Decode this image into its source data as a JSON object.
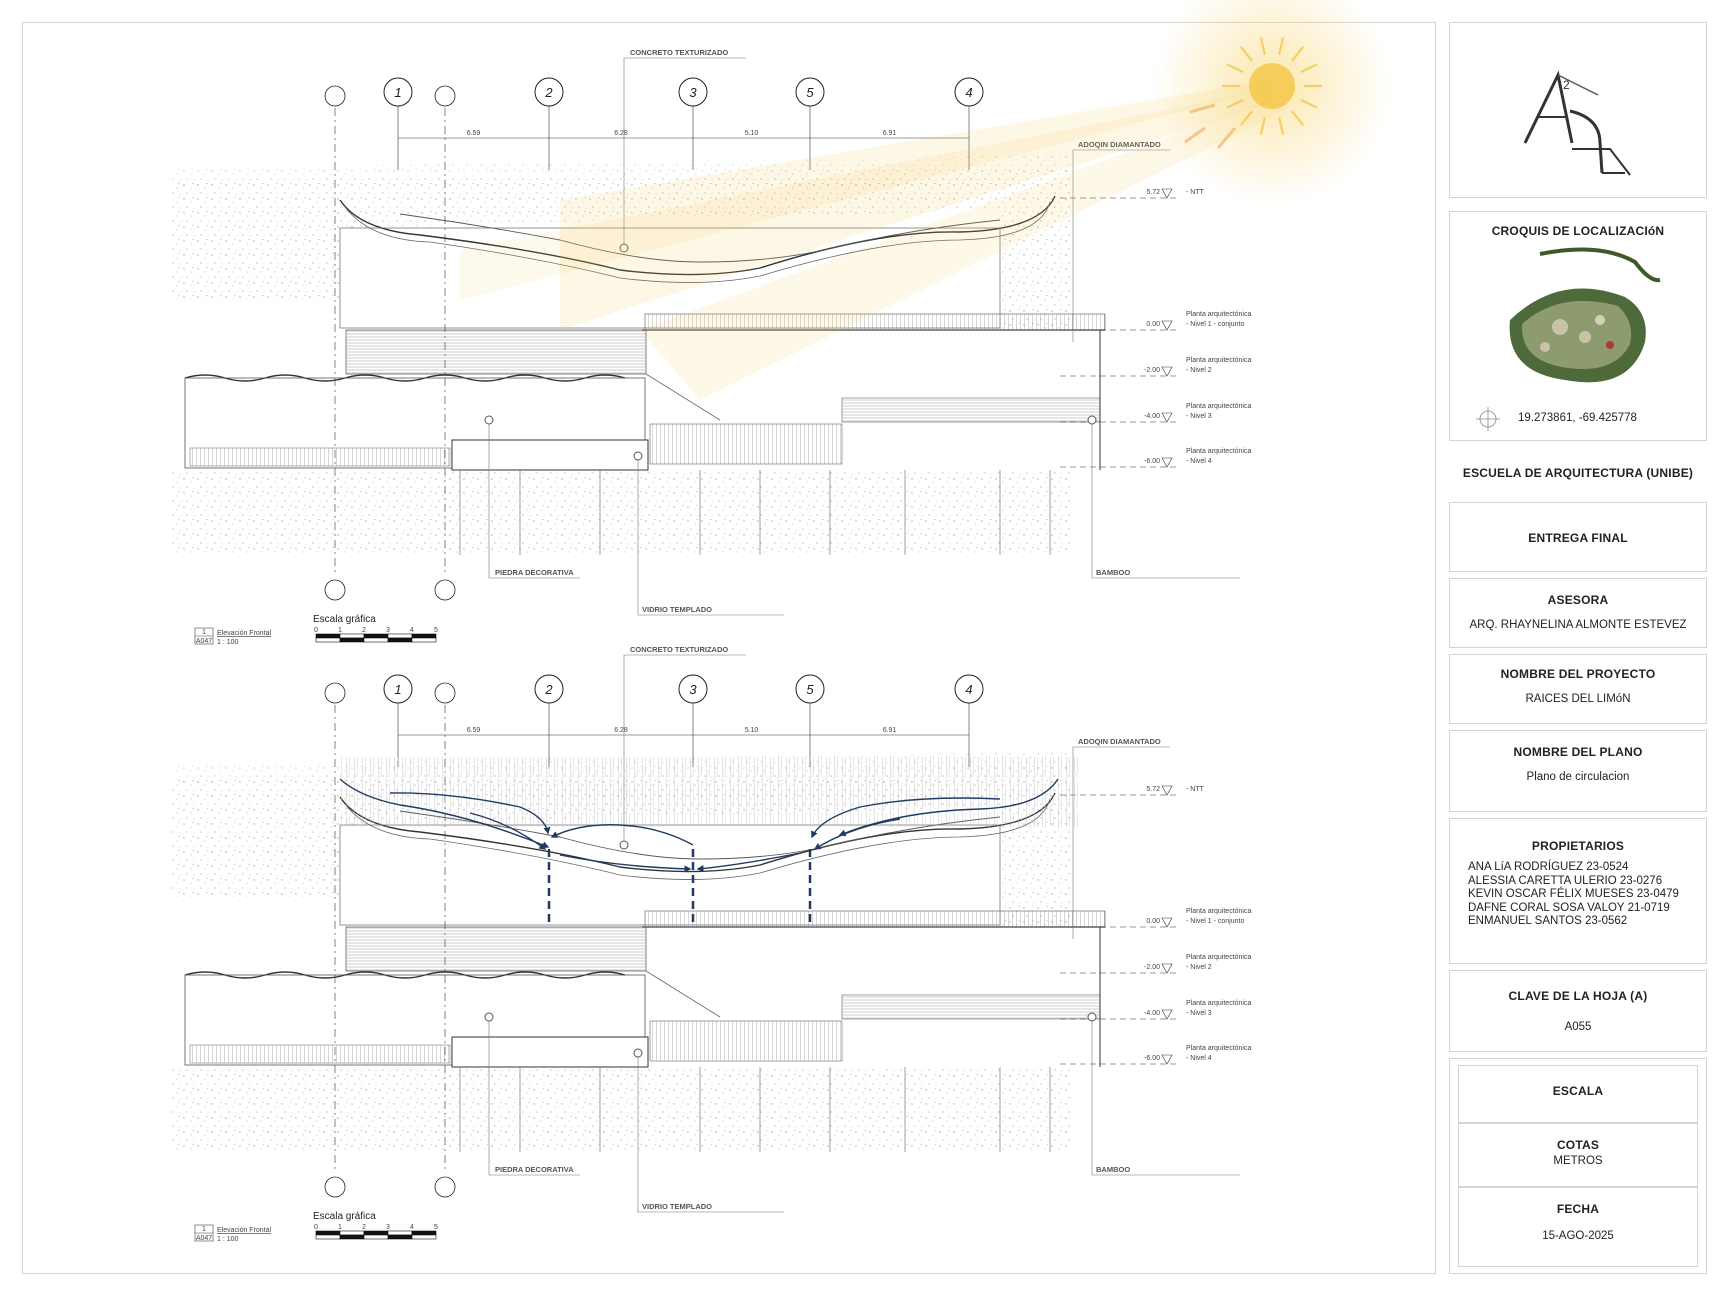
{
  "drawings": [
    {
      "id": "top",
      "grid_labels": [
        "1",
        "2",
        "3",
        "5",
        "4"
      ],
      "dimensions": [
        "6.59",
        "6.28",
        "5.10",
        "6.91"
      ],
      "annotations": {
        "concrete": "CONCRETO TEXTURIZADO",
        "adoquin": "ADOQIN DIAMANTADO",
        "piedra": "PIEDRA DECORATIVA",
        "vidrio": "VIDRIO TEMPLADO",
        "bamboo": "BAMBOO"
      },
      "levels": [
        {
          "value": "5.72",
          "suffix": "- NTT",
          "name": ""
        },
        {
          "value": "0.00",
          "suffix": "- Nivel 1 - conjunto",
          "name": "Planta arquitectónica"
        },
        {
          "value": "-2.00",
          "suffix": "- Nivel 2",
          "name": "Planta arquitectónica"
        },
        {
          "value": "-4.00",
          "suffix": "- Nivel 3",
          "name": "Planta arquitectónica"
        },
        {
          "value": "-6.00",
          "suffix": "- Nivel 4",
          "name": "Planta arquitectónica"
        }
      ],
      "view_tag": {
        "number": "1",
        "sheet": "A047",
        "title": "Elevación Frontal",
        "scale": "1 : 100"
      },
      "scale_bar": {
        "title": "Escala gráfica",
        "ticks": [
          "0",
          "1",
          "2",
          "3",
          "4",
          "5"
        ]
      },
      "overlay": "sun"
    },
    {
      "id": "bottom",
      "grid_labels": [
        "1",
        "2",
        "3",
        "5",
        "4"
      ],
      "dimensions": [
        "6.59",
        "6.28",
        "5.10",
        "6.91"
      ],
      "annotations": {
        "concrete": "CONCRETO TEXTURIZADO",
        "adoquin": "ADOQIN DIAMANTADO",
        "piedra": "PIEDRA DECORATIVA",
        "vidrio": "VIDRIO TEMPLADO",
        "bamboo": "BAMBOO"
      },
      "levels": [
        {
          "value": "5.72",
          "suffix": "- NTT",
          "name": ""
        },
        {
          "value": "0.00",
          "suffix": "- Nivel 1 - conjunto",
          "name": "Planta arquitectónica"
        },
        {
          "value": "-2.00",
          "suffix": "- Nivel 2",
          "name": "Planta arquitectónica"
        },
        {
          "value": "-4.00",
          "suffix": "- Nivel 3",
          "name": "Planta arquitectónica"
        },
        {
          "value": "-6.00",
          "suffix": "- Nivel 4",
          "name": "Planta arquitectónica"
        }
      ],
      "view_tag": {
        "number": "1",
        "sheet": "A047",
        "title": "Elevación Frontal",
        "scale": "1 : 100"
      },
      "scale_bar": {
        "title": "Escala gráfica",
        "ticks": [
          "0",
          "1",
          "2",
          "3",
          "4",
          "5"
        ]
      },
      "overlay": "rain-flow"
    }
  ],
  "colors": {
    "sun": "#f4c84a",
    "flow": "#1f3b63",
    "line": "#333333",
    "hatch": "#9a9a9a"
  },
  "title_block": {
    "logo_superscript": "2",
    "location": {
      "title": "CROQUIS DE LOCALIZACIóN",
      "coords": "19.273861, -69.425778",
      "icon": "crosshair-icon"
    },
    "school": "ESCUELA DE ARQUITECTURA (UNIBE)",
    "delivery": "ENTREGA FINAL",
    "advisor": {
      "label": "ASESORA",
      "value": "ARQ. RHAYNELINA ALMONTE ESTEVEZ"
    },
    "project": {
      "label": "NOMBRE DEL PROYECTO",
      "value": "RAICES DEL LIMóN"
    },
    "plan": {
      "label": "NOMBRE DEL PLANO",
      "value": "Plano de circulacion"
    },
    "owners": {
      "label": "PROPIETARIOS",
      "names": [
        "ANA LíA RODRÍGUEZ 23-0524",
        "ALESSIA CARETTA ULERIO 23-0276",
        "KEVIN OSCAR FÉLIX MUESES 23-0479",
        "DAFNE CORAL SOSA VALOY 21-0719",
        "ENMANUEL SANTOS 23-0562"
      ]
    },
    "sheet_key": {
      "label": "CLAVE DE LA HOJA (A)",
      "value": "A055"
    },
    "scale": {
      "label": "ESCALA"
    },
    "units": {
      "label": "COTAS",
      "value": "METROS"
    },
    "date": {
      "label": "FECHA",
      "value": "15-AGO-2025"
    }
  }
}
